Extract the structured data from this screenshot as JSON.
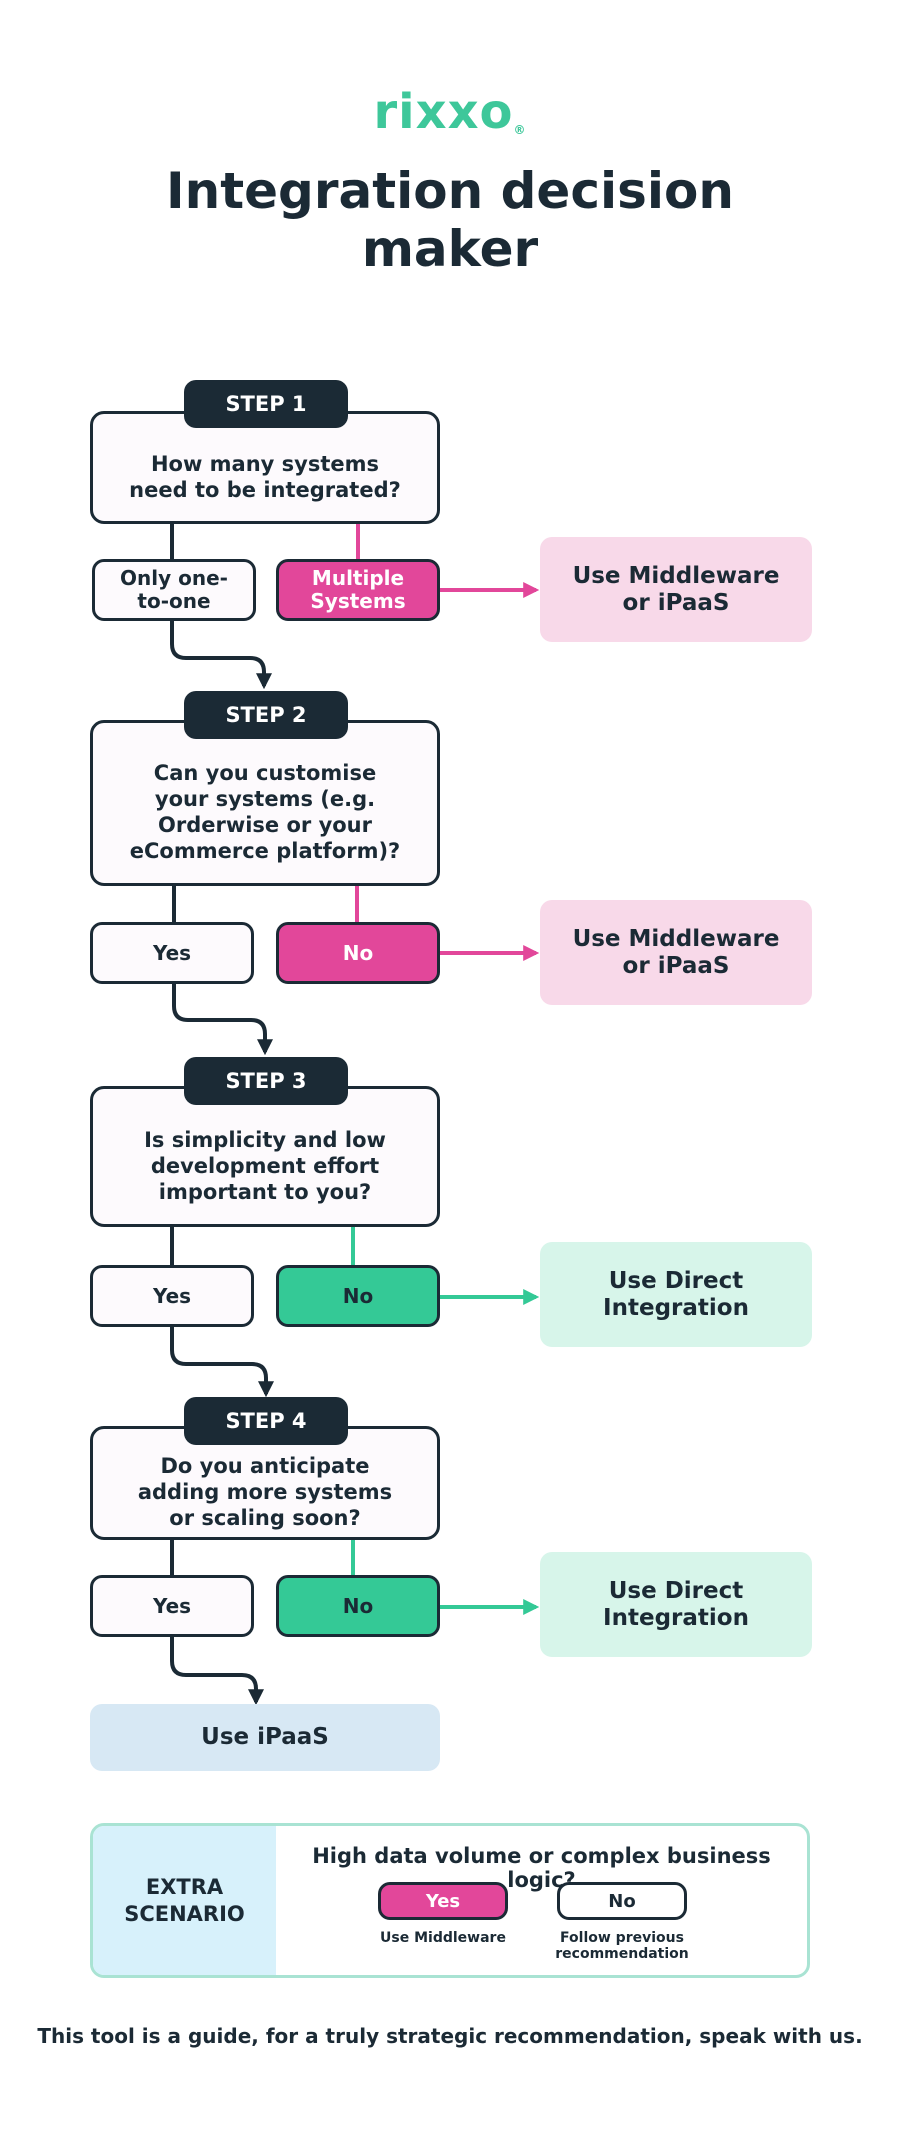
{
  "brand": {
    "logo_text": "rixxo",
    "logo_mark": "®",
    "accent": "#3ec79a"
  },
  "title": "Integration decision maker",
  "colors": {
    "navy": "#1b2a35",
    "pink": "#e2479a",
    "green": "#34c996",
    "pink_light": "#f8d9e9",
    "green_light": "#d7f5ea",
    "blue_light": "#d7e8f4"
  },
  "steps": [
    {
      "label": "STEP 1",
      "question": "How many systems need to be integrated?",
      "continue_option": "Only one-to-one",
      "branch_option": "Multiple Systems",
      "result": "Use Middleware or iPaaS"
    },
    {
      "label": "STEP 2",
      "question": "Can you customise your systems (e.g. Orderwise or your eCommerce platform)?",
      "continue_option": "Yes",
      "branch_option": "No",
      "result": "Use Middleware or iPaaS"
    },
    {
      "label": "STEP 3",
      "question": "Is simplicity and low development effort important to you?",
      "continue_option": "Yes",
      "branch_option": "No",
      "result": "Use Direct Integration"
    },
    {
      "label": "STEP 4",
      "question": "Do you anticipate adding more systems or scaling soon?",
      "continue_option": "Yes",
      "branch_option": "No",
      "result": "Use Direct Integration"
    }
  ],
  "final_result": "Use iPaaS",
  "extra": {
    "label": "EXTRA SCENARIO",
    "question": "High data volume or complex business logic?",
    "yes_label": "Yes",
    "yes_caption": "Use Middleware",
    "no_label": "No",
    "no_caption": "Follow previous recommendation"
  },
  "footer": "This tool is a guide, for a truly strategic recommendation, speak with us."
}
